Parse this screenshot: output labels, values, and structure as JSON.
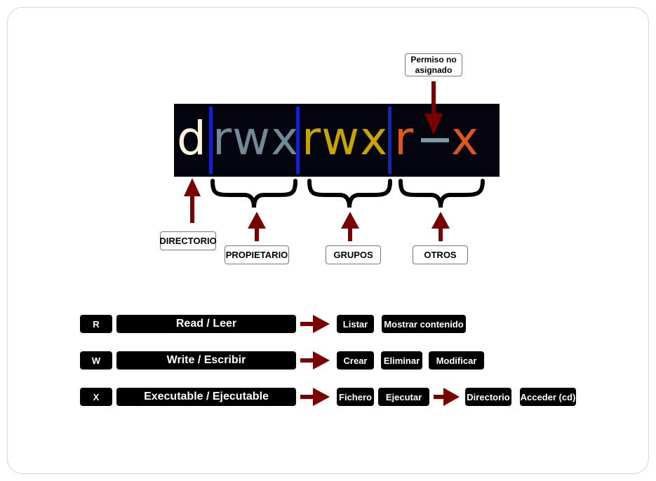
{
  "permission": {
    "type_char": "d",
    "owner": "rwx",
    "group": "rwx",
    "others_r": "r",
    "others_dash": "-",
    "others_x": "x"
  },
  "colors": {
    "arrow": "#7a0000",
    "type_char": "#fff4dc",
    "owner": "#6f8a95",
    "group": "#c9a400",
    "others": "#e0561f",
    "dash": "#7c9aa6",
    "separator": "#1024c8"
  },
  "labels": {
    "permiso_no_asignado": "Permiso no asignado",
    "directorio": "DIRECTORIO",
    "propietario": "PROPIETARIO",
    "grupos": "GRUPOS",
    "otros": "OTROS"
  },
  "rows": [
    {
      "letter": "R",
      "name": "Read / Leer",
      "items": [
        "Listar",
        "Mostrar contenido"
      ]
    },
    {
      "letter": "W",
      "name": "Write / Escribir",
      "items": [
        "Crear",
        "Eliminar",
        "Modificar"
      ]
    },
    {
      "letter": "X",
      "name": "Executable / Ejecutable",
      "items": [
        "Fichero",
        "Ejecutar",
        "Directorio",
        "Acceder (cd)"
      ]
    }
  ]
}
